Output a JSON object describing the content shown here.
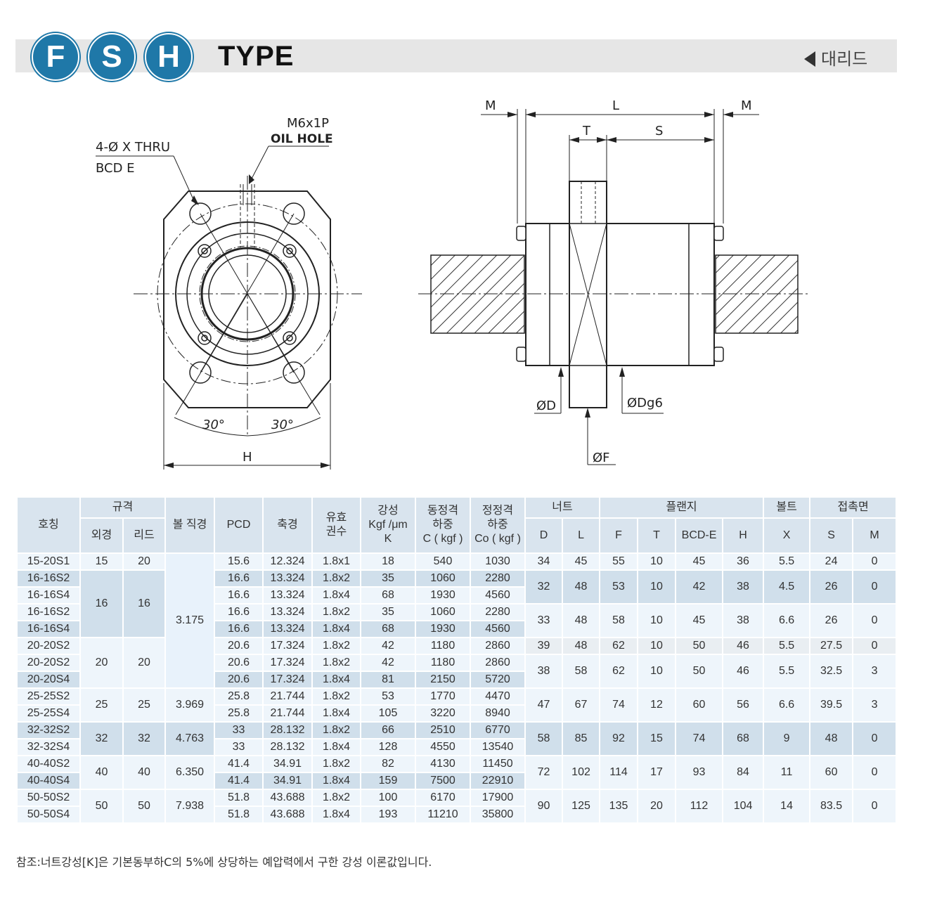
{
  "header": {
    "letters": [
      "F",
      "S",
      "H"
    ],
    "title": "TYPE",
    "back_label": "대리드"
  },
  "drawing": {
    "labels": {
      "thru": "4-Ø X THRU",
      "bcd": "BCD E",
      "oil_top": "M6x1P",
      "oil_bottom": "OIL HOLE",
      "angle_left": "30°",
      "angle_right": "30°",
      "h": "H",
      "m_left": "M",
      "l": "L",
      "m_right": "M",
      "t": "T",
      "s": "S",
      "d": "ØD",
      "dg6": "ØDg6",
      "f": "ØF"
    }
  },
  "table": {
    "headers": {
      "model": "호칭",
      "spec": "규격",
      "outer": "외경",
      "lead": "리드",
      "ball": "볼 직경",
      "pcd": "PCD",
      "root": "축경",
      "turns": [
        "유효",
        "권수"
      ],
      "stiff": [
        "강성",
        "Kgf /μm",
        "K"
      ],
      "dyn": [
        "동정격",
        "하중",
        "C ( kgf )"
      ],
      "stat": [
        "정정격",
        "하중",
        "Co ( kgf )"
      ],
      "nut": "너트",
      "flange": "플랜지",
      "bolt": "볼트",
      "contact": "접촉면",
      "cols": [
        "D",
        "L",
        "F",
        "T",
        "BCD-E",
        "H",
        "X",
        "S",
        "M"
      ]
    },
    "rows": [
      [
        "15-20S1",
        "15",
        "20",
        "3.175",
        "15.6",
        "12.324",
        "1.8x1",
        "18",
        "540",
        "1030",
        "34",
        "45",
        "55",
        "10",
        "45",
        "36",
        "5.5",
        "24",
        "0"
      ],
      [
        "16-16S2",
        "16",
        "16",
        "3.175",
        "16.6",
        "13.324",
        "1.8x2",
        "35",
        "1060",
        "2280",
        "32",
        "48",
        "53",
        "10",
        "42",
        "38",
        "4.5",
        "26",
        "0"
      ],
      [
        "16-16S4",
        "16",
        "16",
        "3.175",
        "16.6",
        "13.324",
        "1.8x4",
        "68",
        "1930",
        "4560",
        "32",
        "48",
        "53",
        "10",
        "42",
        "38",
        "4.5",
        "26",
        "0"
      ],
      [
        "16-16S2",
        "16",
        "16",
        "3.175",
        "16.6",
        "13.324",
        "1.8x2",
        "35",
        "1060",
        "2280",
        "33",
        "48",
        "58",
        "10",
        "45",
        "38",
        "6.6",
        "26",
        "0"
      ],
      [
        "16-16S4",
        "16",
        "16",
        "3.175",
        "16.6",
        "13.324",
        "1.8x4",
        "68",
        "1930",
        "4560",
        "33",
        "48",
        "58",
        "10",
        "45",
        "38",
        "6.6",
        "26",
        "0"
      ],
      [
        "20-20S2",
        "20",
        "20",
        "3.175",
        "20.6",
        "17.324",
        "1.8x2",
        "42",
        "1180",
        "2860",
        "39",
        "48",
        "62",
        "10",
        "50",
        "46",
        "5.5",
        "27.5",
        "0"
      ],
      [
        "20-20S2",
        "20",
        "20",
        "3.175",
        "20.6",
        "17.324",
        "1.8x2",
        "42",
        "1180",
        "2860",
        "38",
        "58",
        "62",
        "10",
        "50",
        "46",
        "5.5",
        "32.5",
        "3"
      ],
      [
        "20-20S4",
        "20",
        "20",
        "3.175",
        "20.6",
        "17.324",
        "1.8x4",
        "81",
        "2150",
        "5720",
        "38",
        "58",
        "62",
        "10",
        "50",
        "46",
        "5.5",
        "32.5",
        "3"
      ],
      [
        "25-25S2",
        "25",
        "25",
        "3.969",
        "25.8",
        "21.744",
        "1.8x2",
        "53",
        "1770",
        "4470",
        "47",
        "67",
        "74",
        "12",
        "60",
        "56",
        "6.6",
        "39.5",
        "3"
      ],
      [
        "25-25S4",
        "25",
        "25",
        "3.969",
        "25.8",
        "21.744",
        "1.8x4",
        "105",
        "3220",
        "8940",
        "47",
        "67",
        "74",
        "12",
        "60",
        "56",
        "6.6",
        "39.5",
        "3"
      ],
      [
        "32-32S2",
        "32",
        "32",
        "4.763",
        "33",
        "28.132",
        "1.8x2",
        "66",
        "2510",
        "6770",
        "58",
        "85",
        "92",
        "15",
        "74",
        "68",
        "9",
        "48",
        "0"
      ],
      [
        "32-32S4",
        "32",
        "32",
        "4.763",
        "33",
        "28.132",
        "1.8x4",
        "128",
        "4550",
        "13540",
        "58",
        "85",
        "92",
        "15",
        "74",
        "68",
        "9",
        "48",
        "0"
      ],
      [
        "40-40S2",
        "40",
        "40",
        "6.350",
        "41.4",
        "34.91",
        "1.8x2",
        "82",
        "4130",
        "11450",
        "72",
        "102",
        "114",
        "17",
        "93",
        "84",
        "11",
        "60",
        "0"
      ],
      [
        "40-40S4",
        "40",
        "40",
        "6.350",
        "41.4",
        "34.91",
        "1.8x4",
        "159",
        "7500",
        "22910",
        "72",
        "102",
        "114",
        "17",
        "93",
        "84",
        "11",
        "60",
        "0"
      ],
      [
        "50-50S2",
        "50",
        "50",
        "7.938",
        "51.8",
        "43.688",
        "1.8x2",
        "100",
        "6170",
        "17900",
        "90",
        "125",
        "135",
        "20",
        "112",
        "104",
        "14",
        "83.5",
        "0"
      ],
      [
        "50-50S4",
        "50",
        "50",
        "7.938",
        "51.8",
        "43.688",
        "1.8x4",
        "193",
        "11210",
        "35800",
        "90",
        "125",
        "135",
        "20",
        "112",
        "104",
        "14",
        "83.5",
        "0"
      ]
    ]
  },
  "note": "참조:너트강성[K]은 기본동부하C의 5%에 상당하는 예압력에서 구한 강성 이론값입니다."
}
